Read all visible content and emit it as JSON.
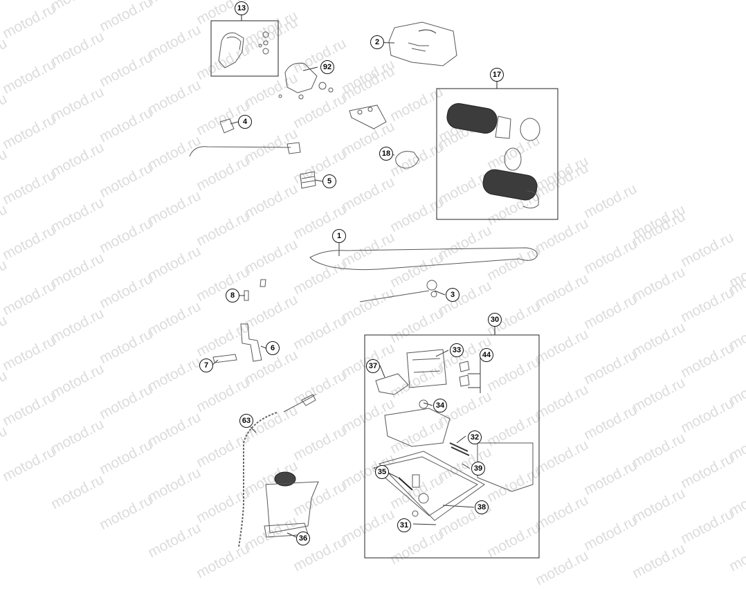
{
  "watermark": {
    "text": "motod.ru"
  },
  "callouts": [
    {
      "id": "13",
      "label": "13"
    },
    {
      "id": "2",
      "label": "2"
    },
    {
      "id": "92",
      "label": "92"
    },
    {
      "id": "17",
      "label": "17"
    },
    {
      "id": "4",
      "label": "4"
    },
    {
      "id": "18",
      "label": "18"
    },
    {
      "id": "5",
      "label": "5"
    },
    {
      "id": "1",
      "label": "1"
    },
    {
      "id": "8",
      "label": "8"
    },
    {
      "id": "3",
      "label": "3"
    },
    {
      "id": "6",
      "label": "6"
    },
    {
      "id": "7",
      "label": "7"
    },
    {
      "id": "30",
      "label": "30"
    },
    {
      "id": "33",
      "label": "33"
    },
    {
      "id": "44",
      "label": "44"
    },
    {
      "id": "37",
      "label": "37"
    },
    {
      "id": "34",
      "label": "34"
    },
    {
      "id": "63",
      "label": "63"
    },
    {
      "id": "32",
      "label": "32"
    },
    {
      "id": "39",
      "label": "39"
    },
    {
      "id": "35",
      "label": "35"
    },
    {
      "id": "38",
      "label": "38"
    },
    {
      "id": "31",
      "label": "31"
    },
    {
      "id": "36",
      "label": "36"
    }
  ]
}
